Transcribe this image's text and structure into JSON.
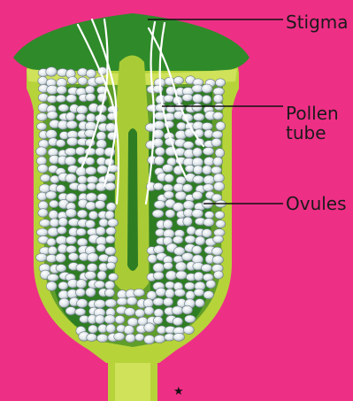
{
  "labels": {
    "stigma": "Stigma",
    "pollen_tube_line1": "Pollen",
    "pollen_tube_line2": "tube",
    "ovules": "Ovules"
  },
  "marker": "★",
  "colors": {
    "background": "#ee2f86",
    "outer_wall": "#b6d33a",
    "inner_wall": "#5f9e2a",
    "cavity": "#2e7d23",
    "stigma": "#2f8a2a",
    "ovule": "#e8eef2",
    "pollen_tube": "#ffffff"
  }
}
